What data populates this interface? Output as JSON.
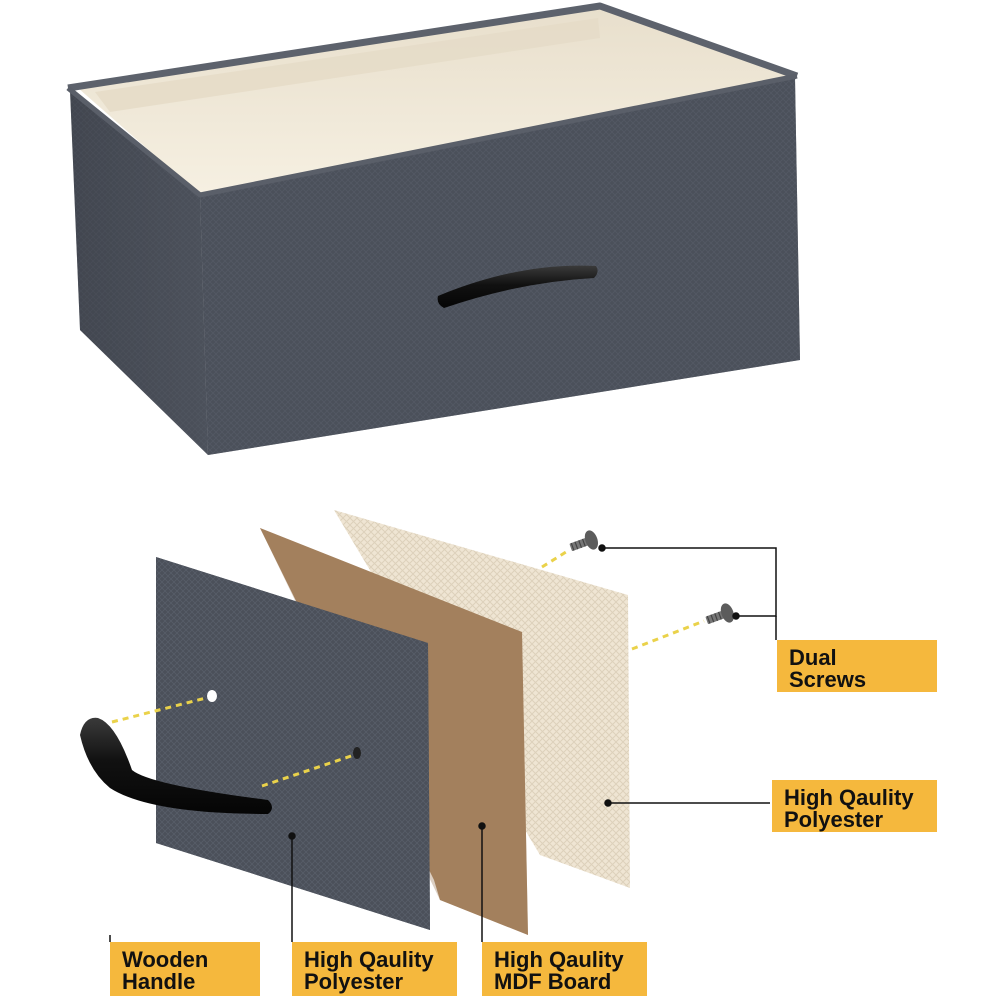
{
  "labels": {
    "dual_screws": [
      "Dual",
      "Screws"
    ],
    "polyester_right": [
      "High Qaulity",
      "Polyester"
    ],
    "wooden_handle": [
      "Wooden",
      "Handle"
    ],
    "polyester_bottom": [
      "High Qaulity",
      "Polyester"
    ],
    "mdf_board": [
      "High Qaulity",
      "MDF Board"
    ]
  },
  "colors": {
    "box_fabric": "#4a4f59",
    "box_lining": "#f4ecdc",
    "mdf": "#a88461",
    "polyester_panel": "#eee4d2",
    "label_bg": "#f5b83d",
    "dotted_guide": "#ead24a",
    "handle": "#151515"
  }
}
